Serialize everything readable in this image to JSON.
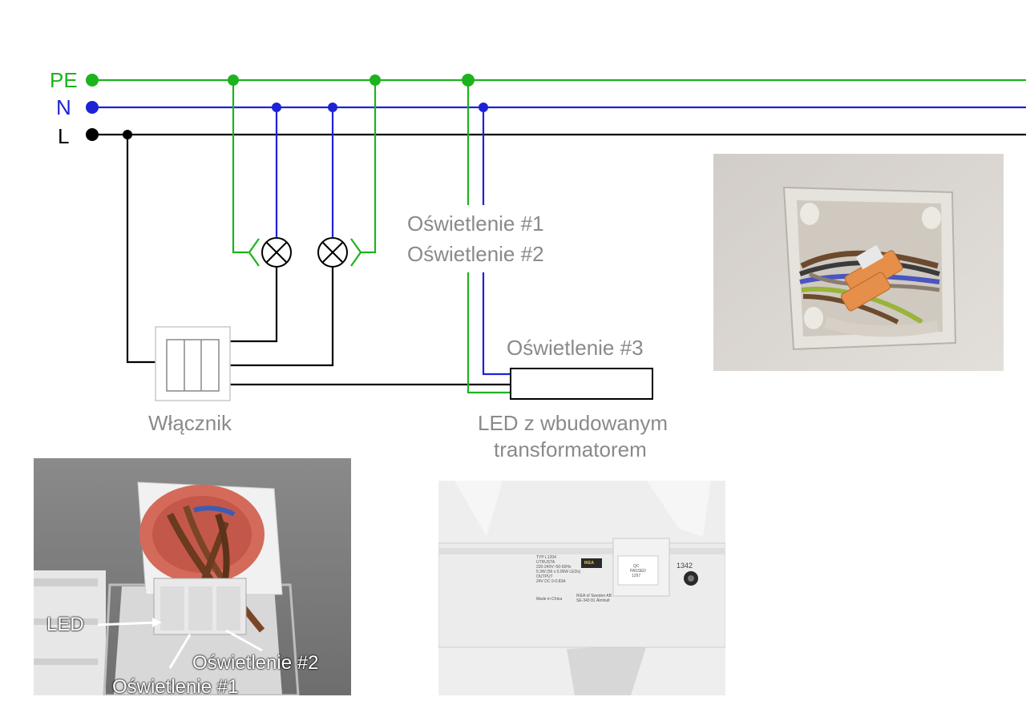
{
  "buses": {
    "pe": "PE",
    "n": "N",
    "l": "L"
  },
  "labels": {
    "light1": "Oświetlenie #1",
    "light2": "Oświetlenie #2",
    "light3": "Oświetlenie #3",
    "switch": "Włącznik",
    "led_line1": "LED z wbudowanym",
    "led_line2": "transformatorem"
  },
  "photo_switch": {
    "led": "LED",
    "light1": "Oświetlenie #1",
    "light2": "Oświetlenie #2"
  },
  "photo_led": {
    "label_lines": [
      "TYP L1204",
      "UTRUSTA",
      "220-240V~50-60Hz",
      "5.3W (56 x 0.06W LEDs)",
      "OUTPUT",
      "24V DC 0-0.83A"
    ],
    "made_in": "Made in China",
    "ikea_lines": [
      "IKEA of Sweden AB",
      "SE-343 81 Älmhult"
    ],
    "brand": "IKEA",
    "qc_lines": [
      "QC",
      "PASSED",
      "1297"
    ],
    "code": "1342"
  },
  "colors": {
    "pe": "#1db31d",
    "n": "#1e22d6",
    "l": "#000000",
    "label_gray": "#8a8a8a"
  }
}
